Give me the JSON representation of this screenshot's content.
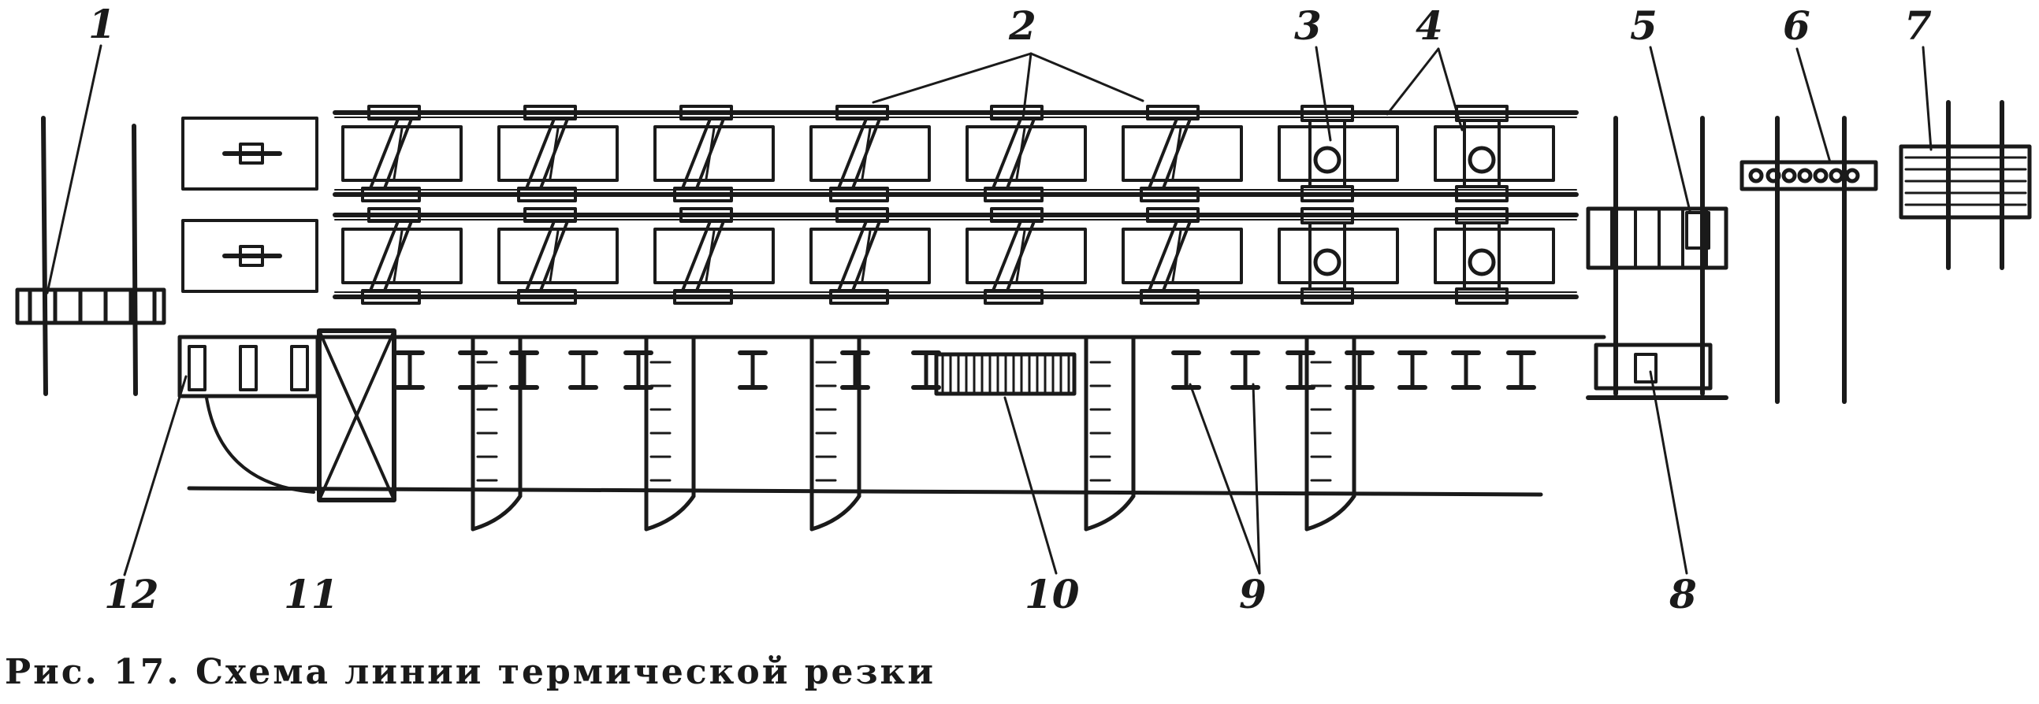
{
  "figure": {
    "callouts": [
      "1",
      "2",
      "3",
      "4",
      "5",
      "6",
      "7",
      "8",
      "9",
      "10",
      "11",
      "12"
    ],
    "caption": "Рис. 17. Схема линии термической резки"
  }
}
